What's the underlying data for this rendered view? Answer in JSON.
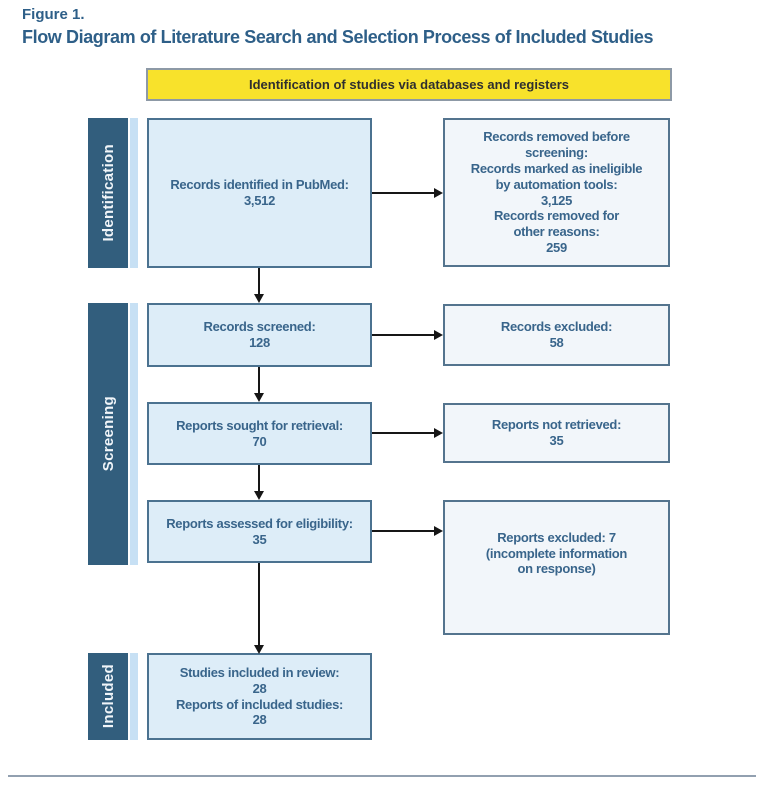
{
  "figure": {
    "label": "Figure 1.",
    "title": "Flow Diagram of Literature Search and Selection Process of Included Studies"
  },
  "banner": {
    "text": "Identification of studies via databases and registers"
  },
  "stages": {
    "identification": "Identification",
    "screening": "Screening",
    "included": "Included"
  },
  "boxes": {
    "records_identified": "Records identified in PubMed:\n3,512",
    "records_removed": "Records removed before\nscreening:\nRecords marked as ineligible\nby automation tools:\n3,125\nRecords removed for\nother reasons:\n259",
    "records_screened": "Records screened:\n128",
    "records_excluded": "Records excluded:\n58",
    "reports_sought": "Reports sought for retrieval:\n70",
    "reports_not_retrieved": "Reports not retrieved:\n35",
    "reports_assessed": "Reports assessed for eligibility:\n35",
    "reports_excluded": "Reports excluded: 7\n(incomplete information\non response)",
    "studies_included": "Studies included in review:\n28\nReports of included studies:\n28"
  },
  "colors": {
    "title": "#2e5f88",
    "box_text": "#39658b",
    "stage_bar": "#325e7d",
    "stage_strip": "#c7e0f4",
    "stage_text": "#f0f5f9",
    "left_box_fill": "#ddedf8",
    "left_box_border": "#4b7290",
    "right_box_fill": "#f2f6fa",
    "right_box_border": "#54748e",
    "banner_fill": "#f8e22b",
    "banner_border": "#8d99a6",
    "banner_text": "#2f2f2f",
    "arrow": "#161616",
    "rule": "#92a0b0"
  }
}
